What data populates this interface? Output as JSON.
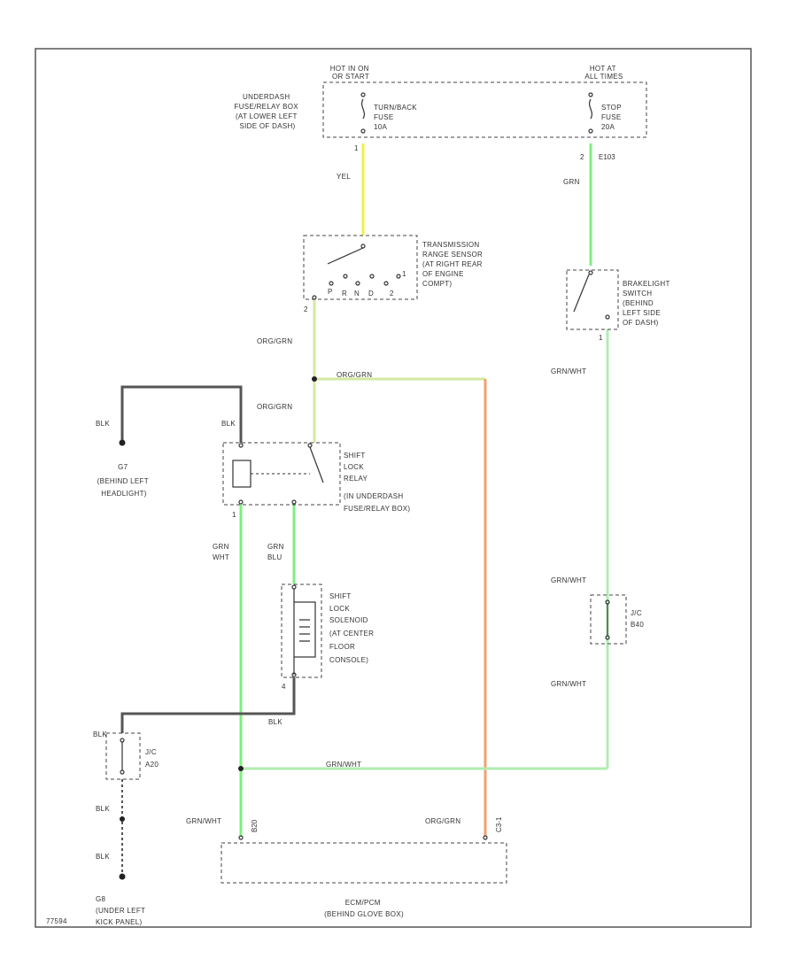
{
  "colors": {
    "yel": "#f0f04a",
    "grn": "#7ef07e",
    "grn_wht": "#b2ecb2",
    "org_grn": "#d4e8a0",
    "org_grn_right": "#f0a070",
    "blk": "#555555",
    "frame": "#555555"
  },
  "fuse_box": {
    "power_left": [
      "HOT IN ON",
      "OR START"
    ],
    "power_right": [
      "HOT AT",
      "ALL TIMES"
    ],
    "location": [
      "UNDERDASH",
      "FUSE/RELAY BOX",
      "(AT LOWER LEFT",
      "SIDE OF DASH)"
    ],
    "fuse_left": [
      "TURN/BACK",
      "FUSE",
      "10A"
    ],
    "fuse_right": [
      "STOP",
      "FUSE",
      "20A"
    ]
  },
  "wires": {
    "yel": "YEL",
    "grn_top": "GRN",
    "org_grn_1": "ORG/GRN",
    "org_grn_2": "ORG/GRN",
    "org_grn_3": "ORG/GRN",
    "org_grn_4": "ORG/GRN",
    "blk_1": "BLK",
    "blk_2": "BLK",
    "blk_3": "BLK",
    "blk_4": "BLK",
    "blk_5": "BLK",
    "blk_6": "BLK",
    "grn_wht_1": [
      "GRN",
      "WHT"
    ],
    "grn_blu": [
      "GRN",
      "BLU"
    ],
    "grn_wht_2": "GRN/WHT",
    "grn_wht_3": "GRN/WHT",
    "grn_wht_4": "GRN/WHT",
    "grn_wht_5": "GRN/WHT",
    "grn_wht_6": "GRN/WHT"
  },
  "components": {
    "trs": [
      "TRANSMISSION",
      "RANGE SENSOR",
      "(AT RIGHT REAR",
      "OF ENGINE",
      "COMPT)"
    ],
    "brake": [
      "BRAKELIGHT",
      "SWITCH",
      "(BEHIND",
      "LEFT SIDE",
      "OF DASH)"
    ],
    "relay": [
      "SHIFT",
      "LOCK",
      "RELAY",
      "(IN UNDERDASH",
      "FUSE/RELAY BOX)"
    ],
    "solenoid": [
      "SHIFT",
      "LOCK",
      "SOLENOID",
      "(AT CENTER",
      "FLOOR",
      "CONSOLE)"
    ],
    "jc_b40": [
      "J/C",
      "B40"
    ],
    "jc_a20": [
      "J/C",
      "A20"
    ],
    "ground_g7": [
      "G7",
      "(BEHIND LEFT",
      "HEADLIGHT)"
    ],
    "ground_g8": [
      "G8",
      "(UNDER LEFT",
      "KICK PANEL)"
    ],
    "ecm": [
      "ECM/PCM",
      "(BEHIND GLOVE BOX)"
    ]
  },
  "pins": {
    "p_yel_top": "1",
    "p_grn_top": "2",
    "p_grn_c": "E103",
    "trs_p": "P",
    "trs_r": "R",
    "trs_n": "N",
    "trs_d": "D",
    "trs_2": "2",
    "trs_1": "1",
    "trs_out": "2",
    "brake_out": "1",
    "relay_left": "1",
    "sol_bot": "4",
    "ecm_left": "B20",
    "ecm_right": "C3-1"
  },
  "figure_id": "77594"
}
